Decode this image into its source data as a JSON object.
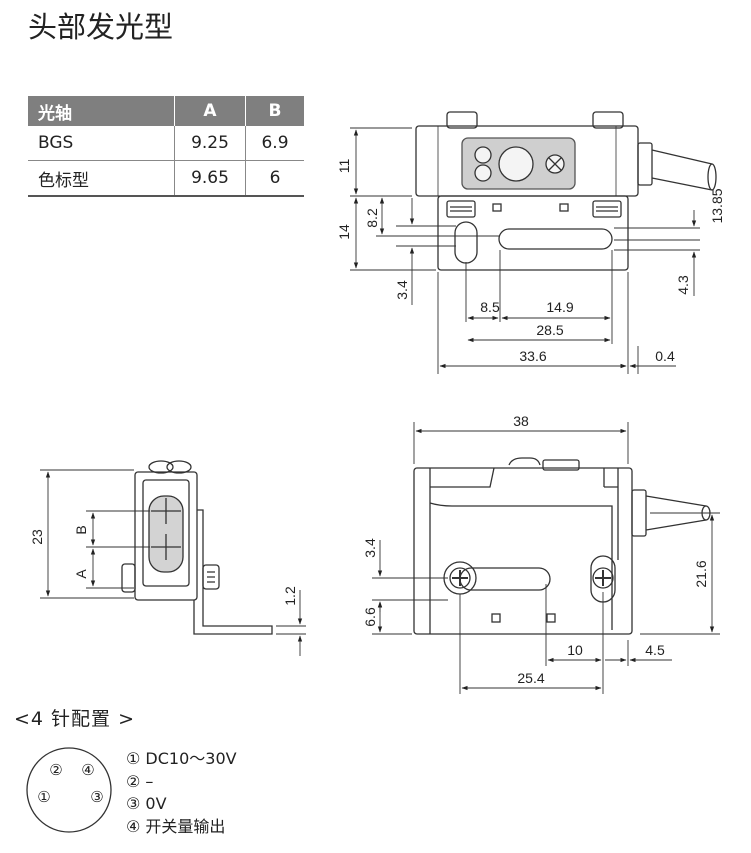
{
  "title": "头部发光型",
  "axis_table": {
    "headers": [
      "光轴",
      "A",
      "B"
    ],
    "rows": [
      [
        "BGS",
        "9.25",
        "6.9"
      ],
      [
        "色标型",
        "9.65",
        "6"
      ]
    ]
  },
  "dims_top": {
    "d11": "11",
    "d14": "14",
    "d8_2": "8.2",
    "d3_4": "3.4",
    "d8_5": "8.5",
    "d14_9": "14.9",
    "d28_5": "28.5",
    "d33_6": "33.6",
    "d0_4": "0.4",
    "d13_85": "13.85",
    "d4_3": "4.3"
  },
  "dims_side": {
    "d23": "23",
    "dB": "B",
    "dA": "A",
    "d1_2": "1.2"
  },
  "dims_front": {
    "d38": "38",
    "d3_4": "3.4",
    "d6_6": "6.6",
    "d21_6": "21.6",
    "d10": "10",
    "d4_5": "4.5",
    "d25_4": "25.4"
  },
  "pin_config": {
    "heading": "<4 针配置 >",
    "pins": [
      "①",
      "②",
      "③",
      "④"
    ],
    "items": [
      "① DC10～30V",
      "② –",
      "③ 0V",
      "④ 开关量输出"
    ]
  }
}
